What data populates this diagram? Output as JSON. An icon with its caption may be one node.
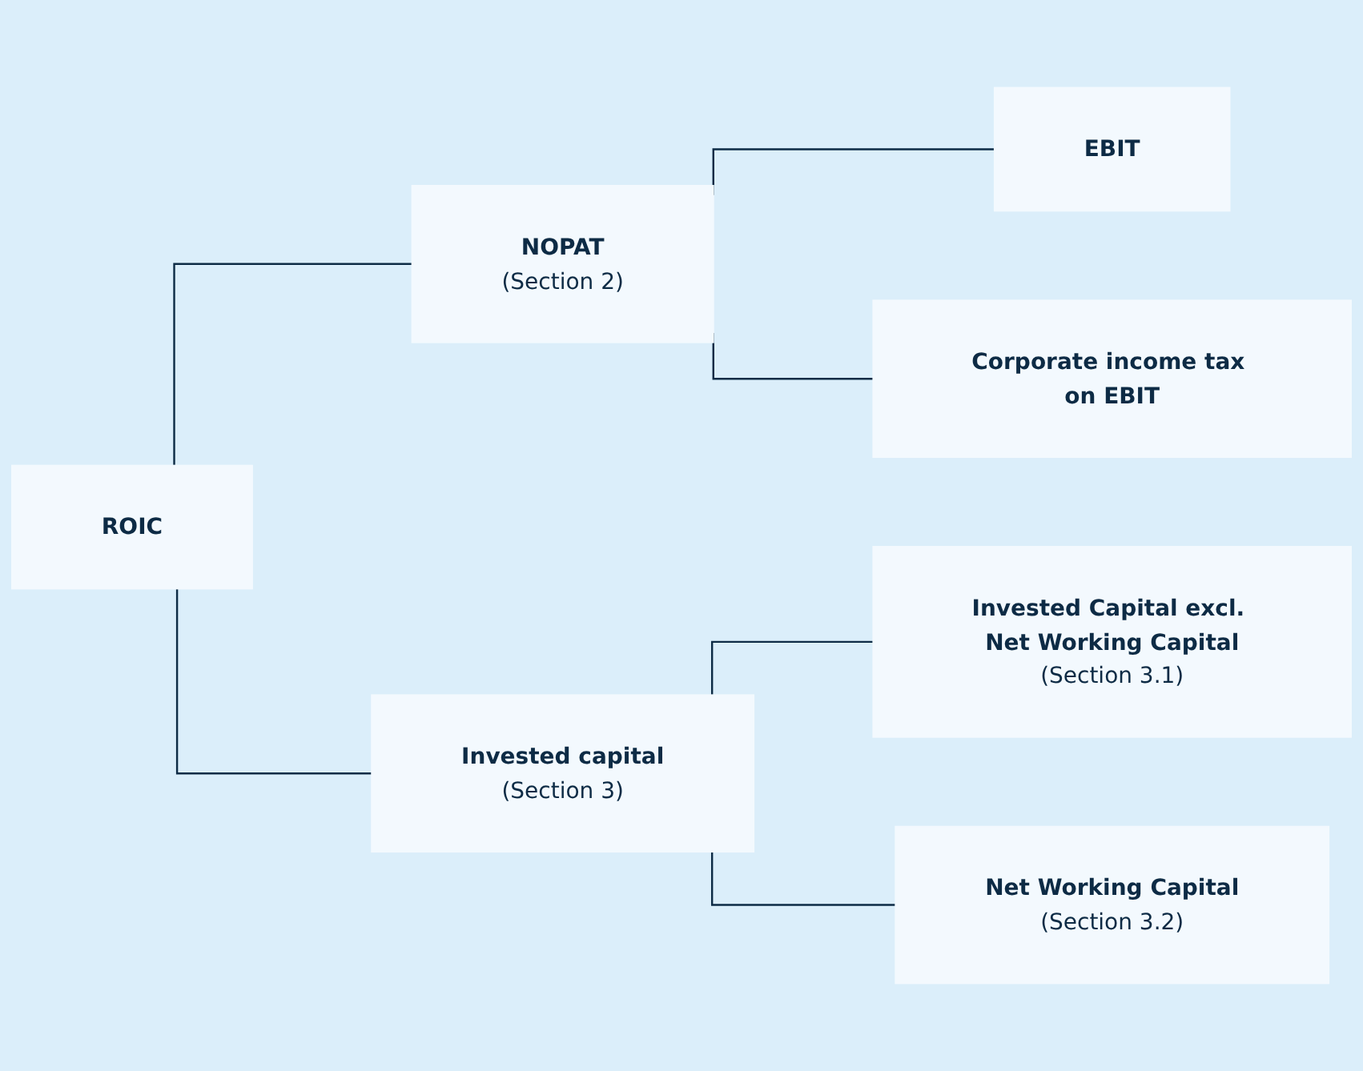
{
  "diagram": {
    "nodes": [
      {
        "text": [
          "ROIC"
        ]
      },
      {
        "text": [
          "NOPAT",
          "(Section 2)"
        ]
      },
      {
        "text": [
          "EBIT"
        ]
      },
      {
        "text": [
          "Corporate income tax on EBIT"
        ]
      },
      {
        "text": [
          "Invested capital",
          "(Section 3)"
        ]
      },
      {
        "text": [
          "Invested Capital excl. Net Working Capital",
          "(Section 3.1)"
        ]
      },
      {
        "text": [
          "Net Working Capital",
          "(Section 3.2)"
        ]
      }
    ],
    "edges": [
      {
        "from": 0,
        "to": 1,
        "arrow": "none"
      },
      {
        "from": 0,
        "to": 4,
        "arrow": "none"
      },
      {
        "from": 1,
        "to": 2,
        "arrow": "none"
      },
      {
        "from": 1,
        "to": 3,
        "arrow": "none"
      },
      {
        "from": 4,
        "to": 5,
        "arrow": "none"
      },
      {
        "from": 4,
        "to": 6,
        "arrow": "none"
      }
    ]
  }
}
